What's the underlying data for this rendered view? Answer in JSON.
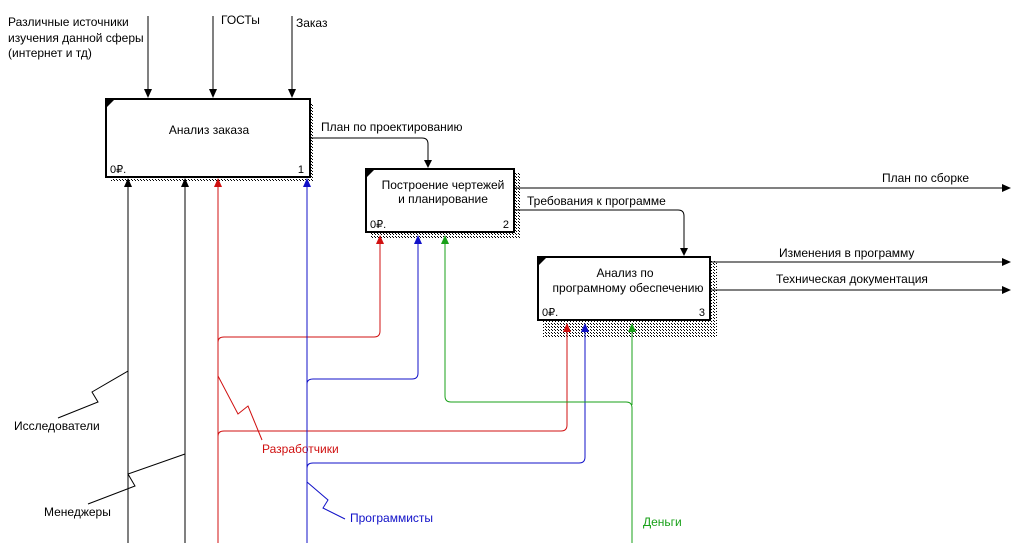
{
  "inputs": {
    "sources_line1": "Различные источники",
    "sources_line2": "изучения данной сферы",
    "sources_line3": "(интернет и тд)",
    "gosts": "ГОСТы",
    "order": "Заказ"
  },
  "blocks": [
    {
      "title": "Анализ заказа",
      "title2": "",
      "cost": "0₽.",
      "number": "1"
    },
    {
      "title": "Построение чертежей",
      "title2": "и планирование",
      "cost": "0₽.",
      "number": "2"
    },
    {
      "title": "Анализ по",
      "title2": "програмному обеспечению",
      "cost": "0₽.",
      "number": "3"
    }
  ],
  "arrows": {
    "design_plan": "План по проектированию",
    "assembly_plan": "План по сборке",
    "program_requirements": "Требования к программе",
    "program_changes": "Изменения в программу",
    "tech_docs": "Техническая документация"
  },
  "mechanisms": {
    "researchers": "Исследователи",
    "managers": "Менеджеры",
    "developers": "Разработчики",
    "programmers": "Программисты",
    "money": "Деньги"
  },
  "colors": {
    "developers": "#d01010",
    "programmers": "#1010c8",
    "money": "#18a018",
    "default": "#000000"
  }
}
